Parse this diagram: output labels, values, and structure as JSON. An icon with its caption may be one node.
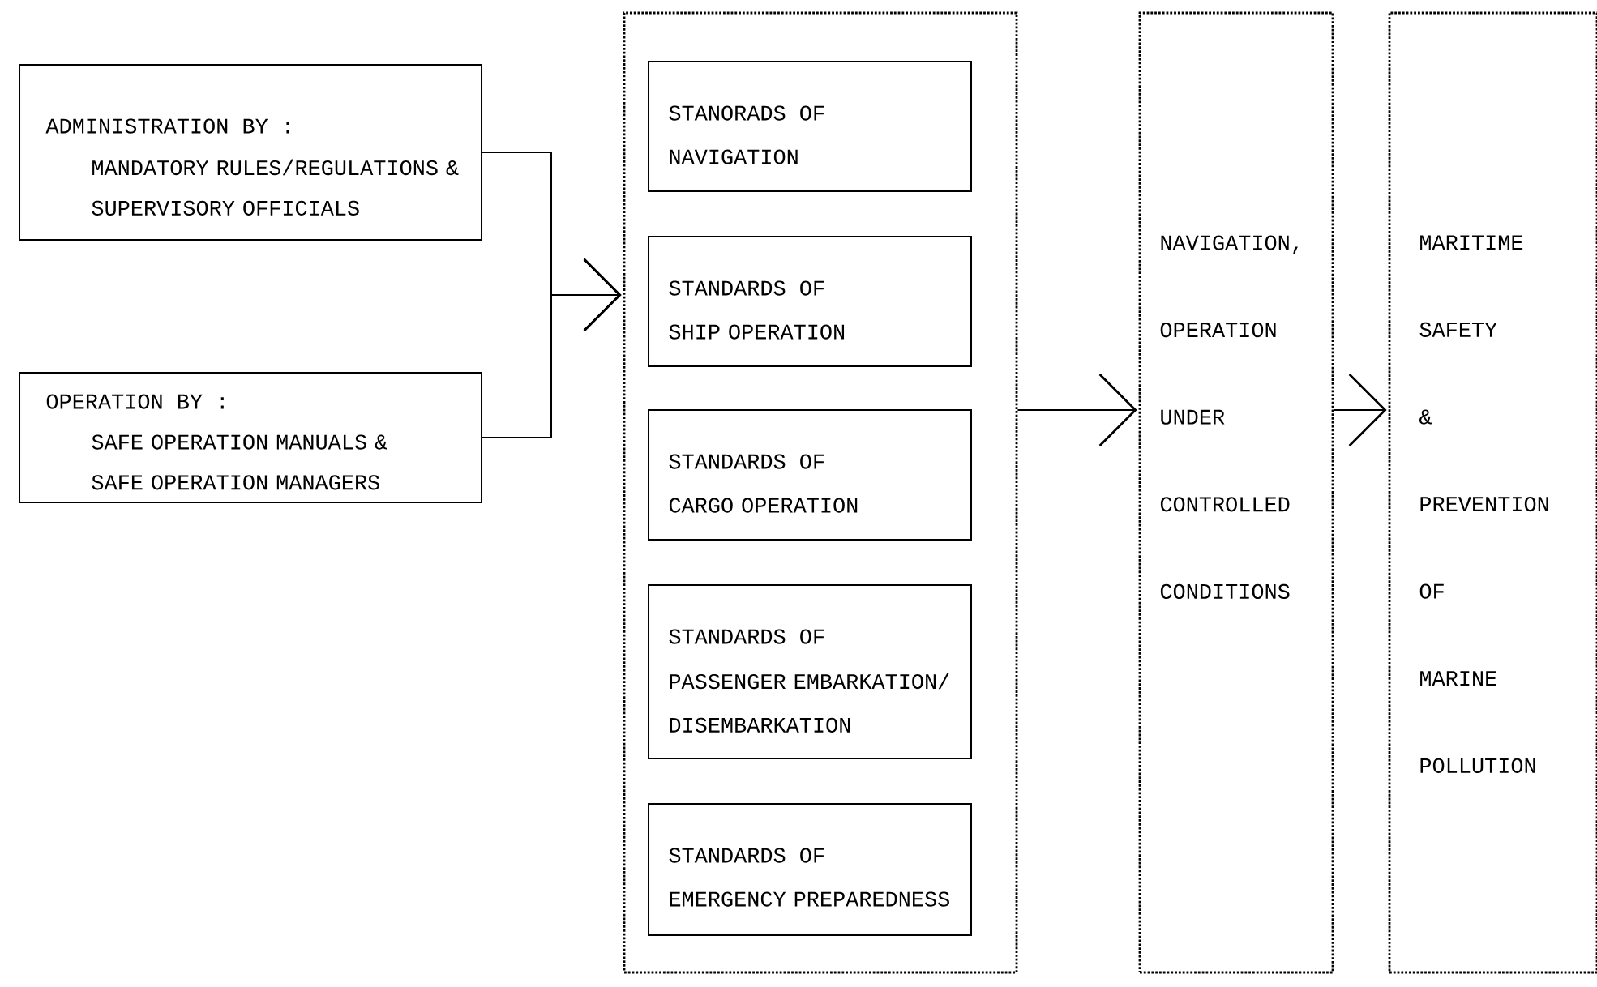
{
  "diagram": {
    "nodes": [
      {
        "text": [
          "ADMINISTRATION BY :",
          "MANDATORY RULES/REGULATIONS & SUPERVISORY OFFICIALS"
        ]
      },
      {
        "text": [
          "OPERATION BY :",
          "SAFE OPERATION MANUALS & SAFE OPERATION MANAGERS"
        ]
      },
      {
        "text": [],
        "shape": "box"
      },
      {
        "text": [
          "STANORADS OF",
          "NAVIGATION"
        ],
        "in": 2
      },
      {
        "text": [
          "STANDARDS OF",
          "SHIP OPERATION"
        ],
        "in": 2
      },
      {
        "text": [
          "STANDARDS OF",
          "CARGO OPERATION"
        ],
        "in": 2
      },
      {
        "text": [
          "STANDARDS OF",
          "PASSENGER EMBARKATION/ DISEMBARKATION"
        ],
        "in": 2
      },
      {
        "text": [
          "STANDARDS OF",
          "EMERGENCY PREPAREDNESS"
        ],
        "in": 2
      },
      {
        "text": [
          "NAVIGATION, OPERATION UNDER CONTROLLED CONDITIONS"
        ]
      },
      {
        "text": [
          "MARITIME SAFETY & PREVENTION OF MARINE POLLUTION"
        ]
      }
    ],
    "edges": [
      {
        "from": 0,
        "to": 2,
        "arrow": "to"
      },
      {
        "from": 1,
        "to": 2,
        "arrow": "to"
      },
      {
        "from": 2,
        "to": 8,
        "arrow": "to"
      },
      {
        "from": 8,
        "to": 9,
        "arrow": "to"
      }
    ]
  }
}
